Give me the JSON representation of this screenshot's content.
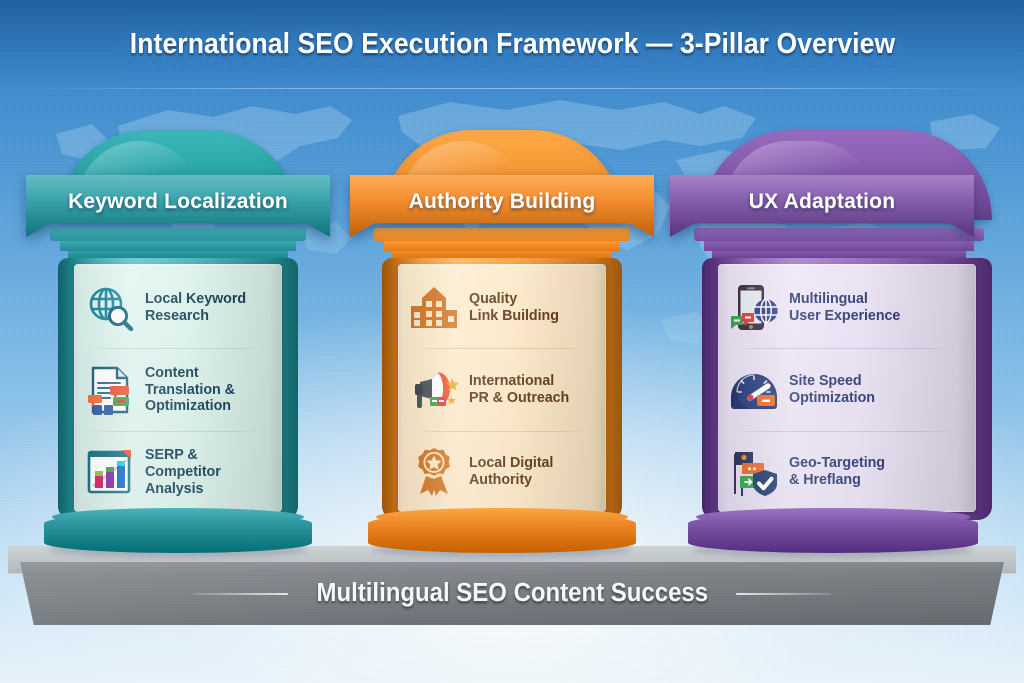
{
  "header": {
    "title": "International SEO Execution Framework — 3-Pillar Overview"
  },
  "pillars": [
    {
      "id": "keyword-localization",
      "title": "Keyword Localization",
      "colors": {
        "banner": "#2b9aa3",
        "banner_dark": "#1f7d86",
        "dome": "#27a2a5",
        "cap": "#2e9ba4",
        "body": "#3aa7ae",
        "panel": "#d9efe9",
        "foot": "#1f8790",
        "text": "#123b52",
        "divider": "#b6d9d3"
      },
      "features": [
        {
          "icon": "globe-search-icon",
          "label": "Local Keyword\nResearch"
        },
        {
          "icon": "document-translation-icon",
          "label": "Content\nTranslation &\nOptimization"
        },
        {
          "icon": "bar-chart-icon",
          "label": "SERP &\nCompetitor\nAnalysis"
        }
      ]
    },
    {
      "id": "authority-building",
      "title": "Authority Building",
      "colors": {
        "banner": "#ef8420",
        "banner_dark": "#d16a10",
        "dome": "#f39431",
        "cap": "#ef8a24",
        "body": "#f09433",
        "panel": "#fbe6c6",
        "foot": "#e07a18",
        "text": "#5c3612",
        "divider": "#e8c79a"
      },
      "features": [
        {
          "icon": "building-icon",
          "label": "Quality\nLink Building"
        },
        {
          "icon": "megaphone-icon",
          "label": "International\nPR & Outreach"
        },
        {
          "icon": "award-ribbon-icon",
          "label": "Local Digital\nAuthority"
        }
      ]
    },
    {
      "id": "ux-adaptation",
      "title": "UX Adaptation",
      "colors": {
        "banner": "#7b52a4",
        "banner_dark": "#5f3a85",
        "dome": "#8257ab",
        "cap": "#7d54a6",
        "body": "#8459ad",
        "panel": "#e6def0",
        "foot": "#6e469a",
        "text": "#23306b",
        "divider": "#cbbedd"
      },
      "features": [
        {
          "icon": "mobile-globe-icon",
          "label": "Multilingual\nUser Experience"
        },
        {
          "icon": "speedometer-icon",
          "label": "Site Speed\nOptimization"
        },
        {
          "icon": "flags-shield-icon",
          "label": "Geo-Targeting\n& Hreflang"
        }
      ]
    }
  ],
  "base": {
    "label": "Multilingual SEO Content Success"
  }
}
